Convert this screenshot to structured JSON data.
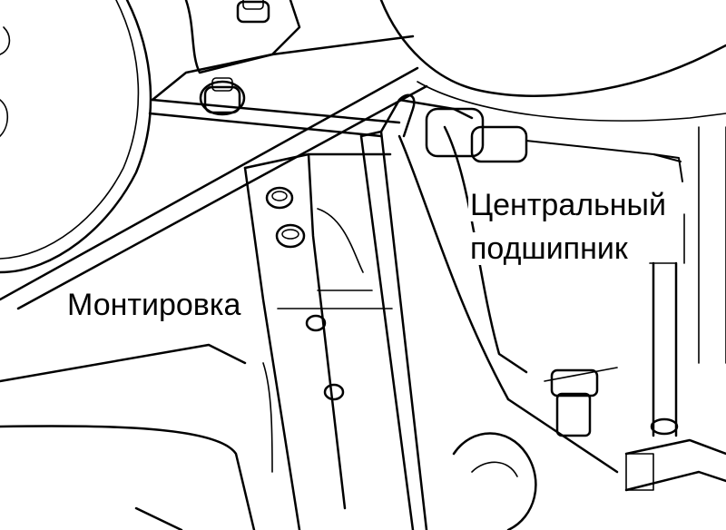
{
  "labels": {
    "center_bearing_line1": "Центральный",
    "center_bearing_line2": "подшипник",
    "prybar": "Монтировка"
  },
  "colors": {
    "ink": "#000000",
    "paper": "#ffffff"
  }
}
